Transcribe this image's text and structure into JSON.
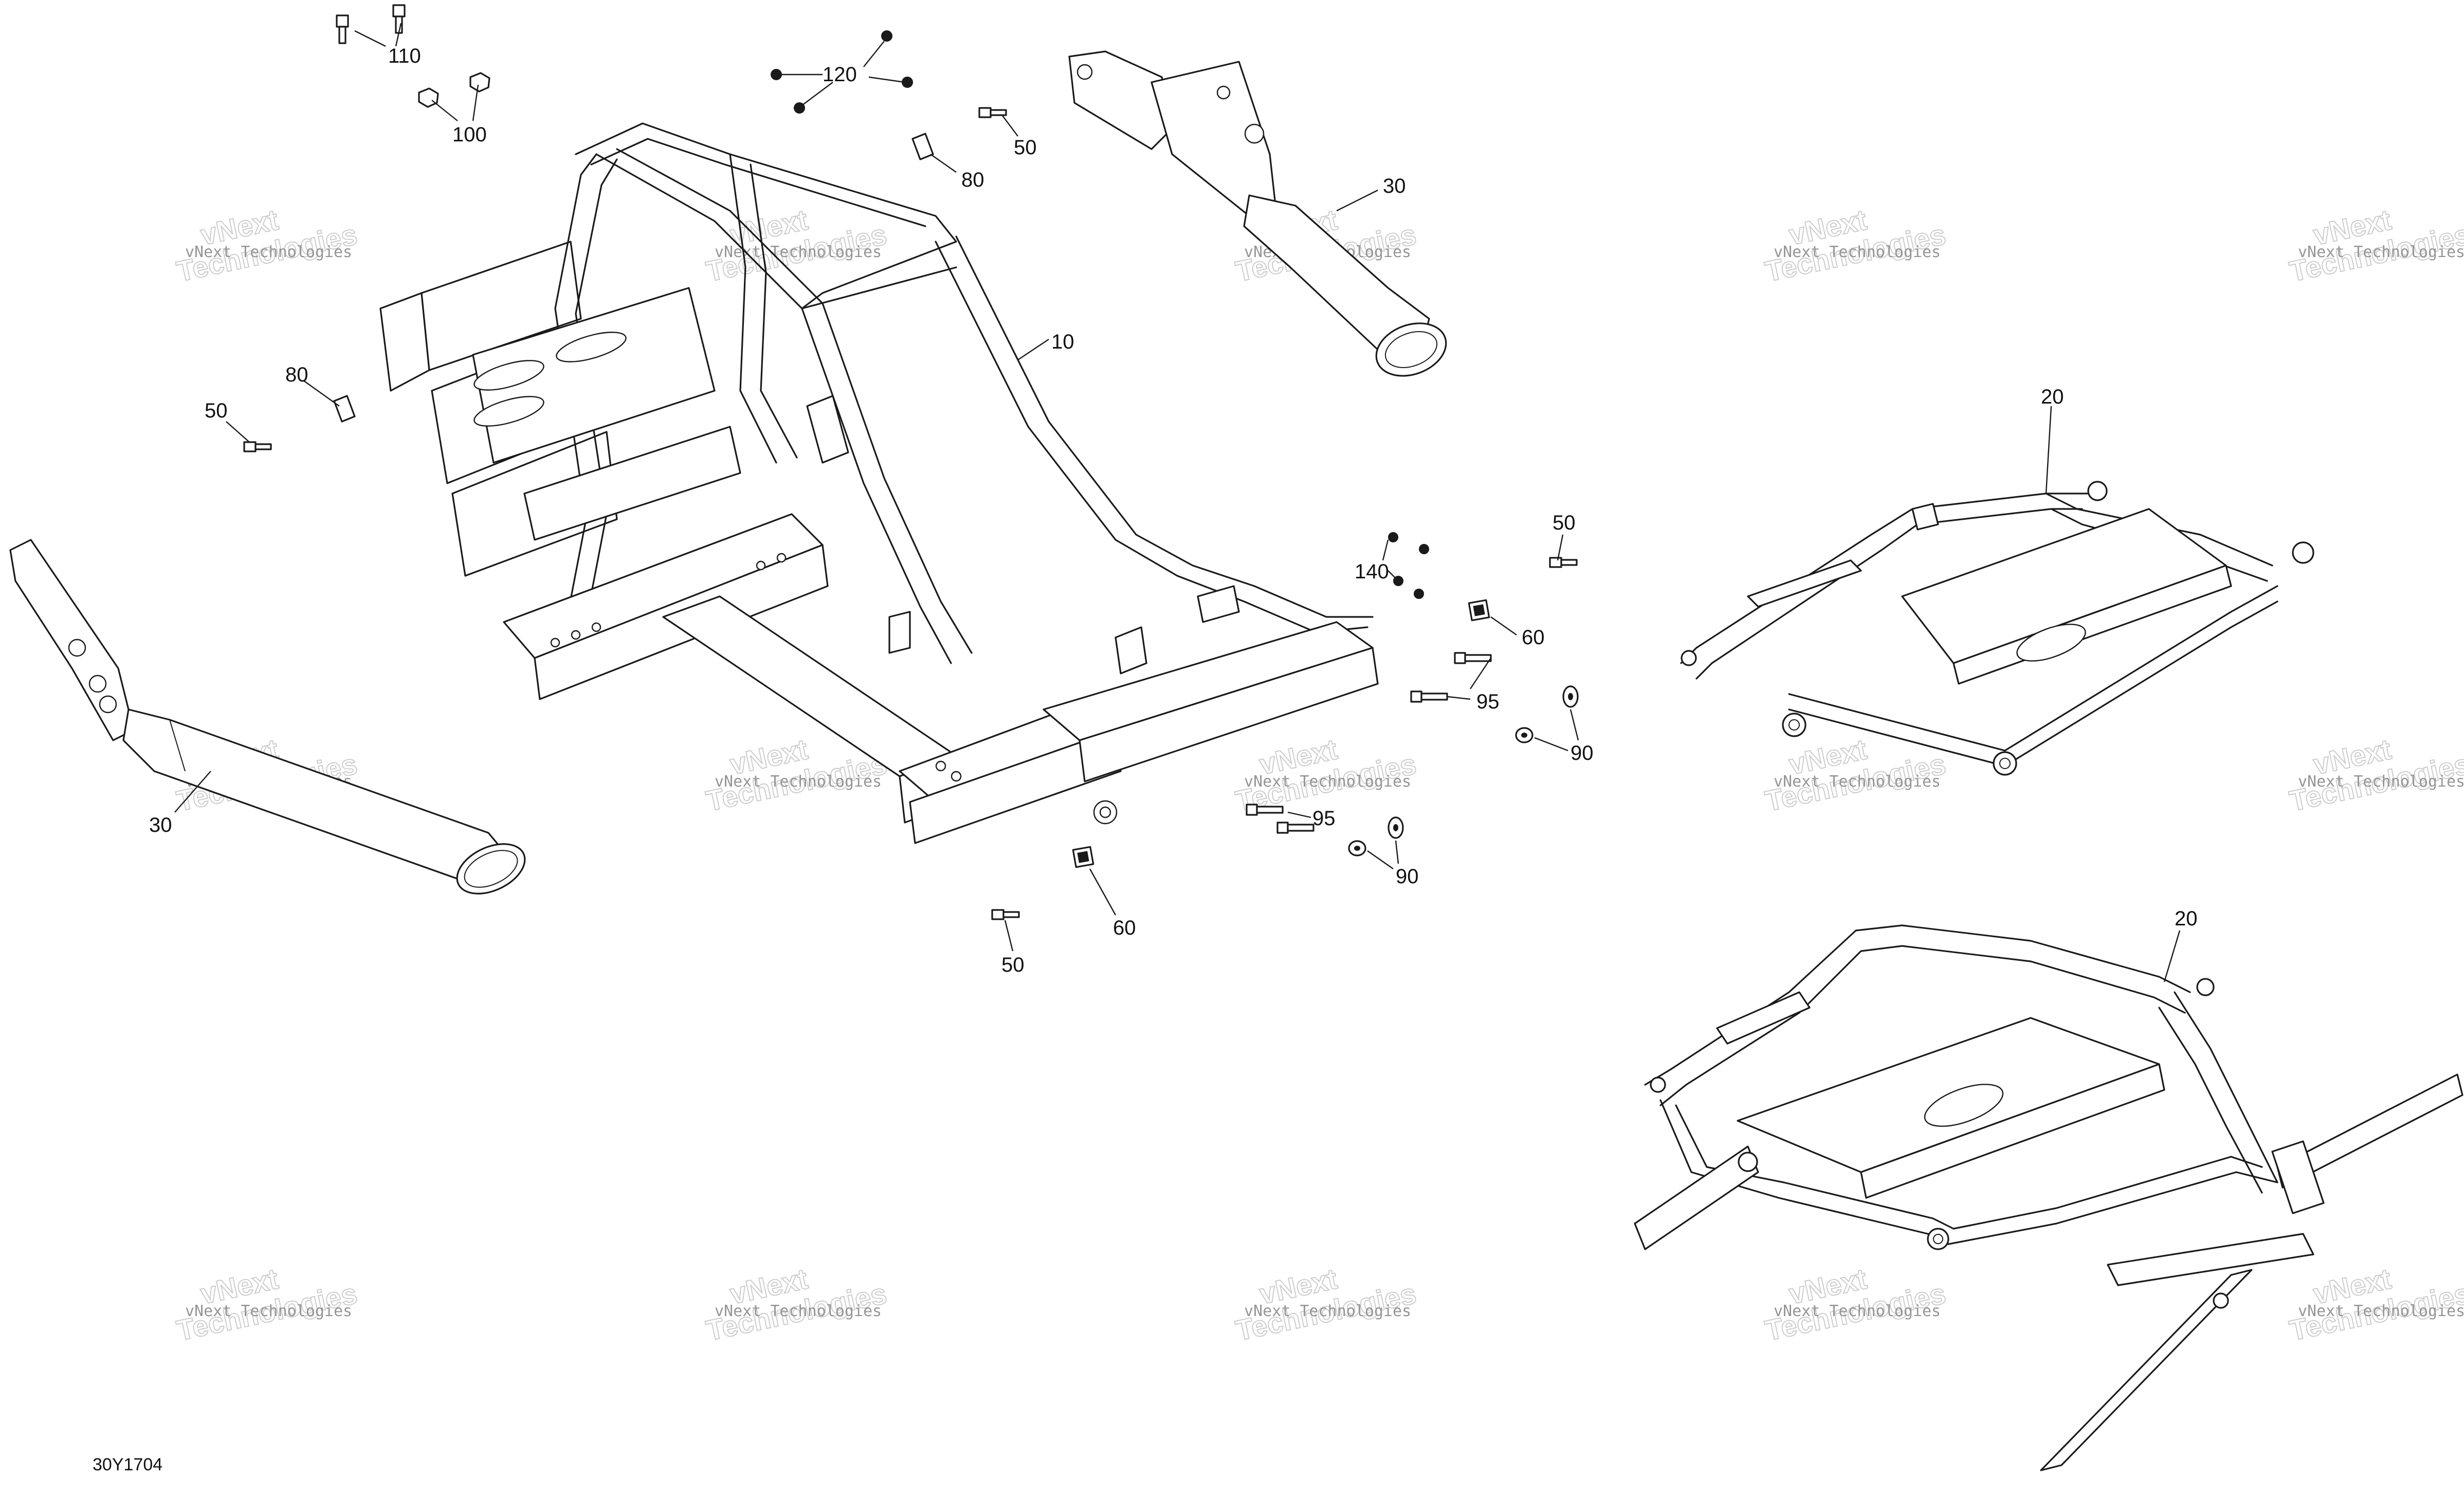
{
  "callouts": {
    "c110": "110",
    "c120": "120",
    "c100": "100",
    "c50_top": "50",
    "c80_top": "80",
    "c30_top": "30",
    "c10": "10",
    "c80_left": "80",
    "c50_left": "50",
    "c20_right": "20",
    "c30_left": "30",
    "c50_mid": "50",
    "c140": "140",
    "c60_mid": "60",
    "c95_upper": "95",
    "c90_upper": "90",
    "c95_lower": "95",
    "c90_lower": "90",
    "c60_lower": "60",
    "c50_lower": "50",
    "c20_lower": "20"
  },
  "reference_code": "30Y1704",
  "watermark": {
    "line1": "vNext Technologies",
    "line2": "vNext",
    "line3": "Technologies"
  }
}
